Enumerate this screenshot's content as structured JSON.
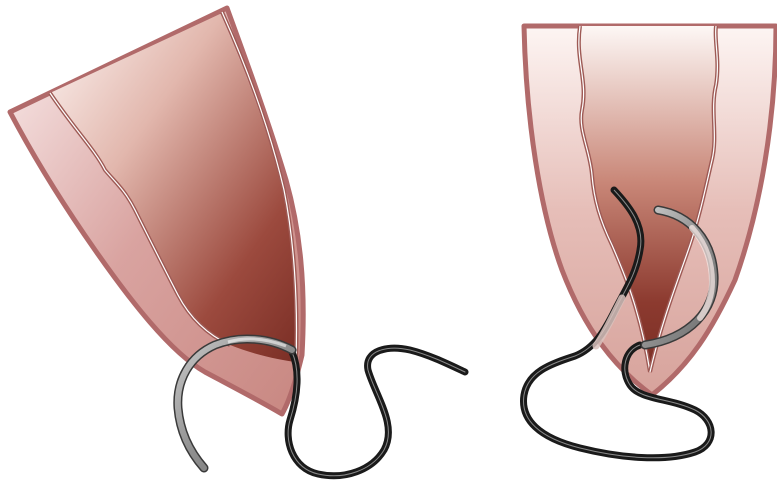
{
  "figure": {
    "panels": [
      {
        "id": "left",
        "subject": "tapered-vessel-end-with-curved-suture-needle"
      },
      {
        "id": "right",
        "subject": "vessel-end-with-suture-passed-through-lumen"
      }
    ]
  },
  "colors": {
    "wall_outer": "#b16a6a",
    "wall_inner": "#c98e8e",
    "lumen_light": "#fbf1ef",
    "lumen_dark": "#7a2e25",
    "suture": "#1a1a1a",
    "needle_fill": "#9a9a9a",
    "needle_edge": "#3a3a3a"
  },
  "icons": [
    "curved-needle-icon",
    "suture-thread-icon"
  ]
}
